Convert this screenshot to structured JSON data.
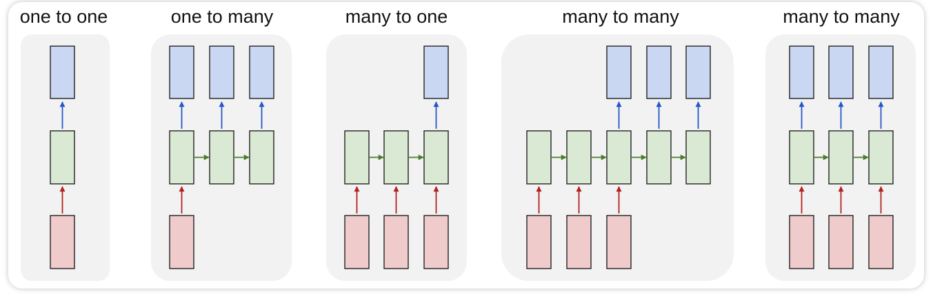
{
  "titles": [
    "one to one",
    "one to many",
    "many to one",
    "many to many",
    "many to many"
  ],
  "colors": {
    "panel": "#f2f2f2",
    "output_fill": "#c9d7f3",
    "hidden_fill": "#d9e9d3",
    "input_fill": "#f0cbcb",
    "cell_stroke": "#222222",
    "output_arrow": "#2456c7",
    "recurrent_arrow": "#4a7d2a",
    "input_arrow": "#b32020"
  }
}
